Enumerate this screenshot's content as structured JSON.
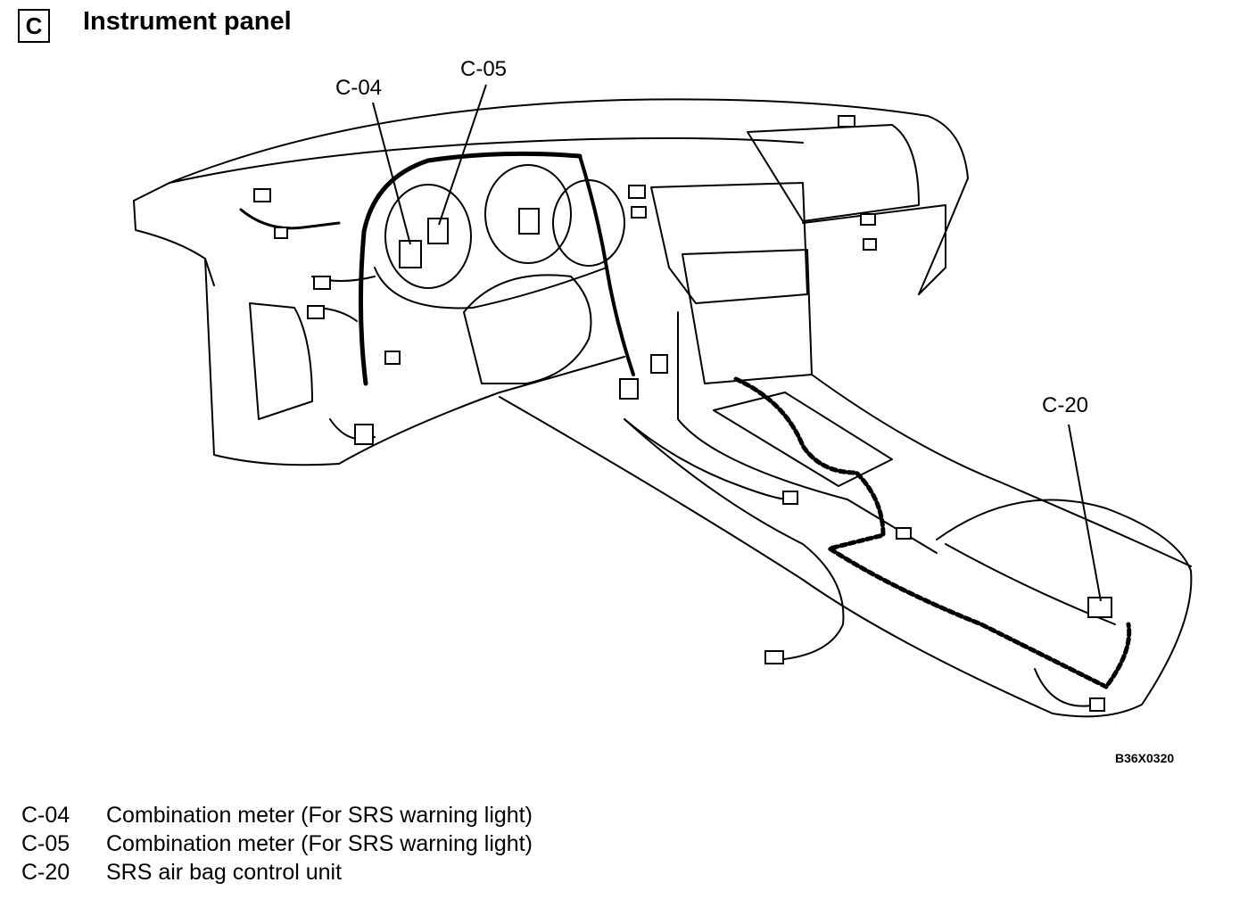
{
  "section": {
    "letter": "C",
    "title": "Instrument panel"
  },
  "callouts": [
    {
      "code": "C-04"
    },
    {
      "code": "C-05"
    },
    {
      "code": "C-20"
    }
  ],
  "figure_code": "B36X0320",
  "legend": [
    {
      "code": "C-04",
      "description": "Combination meter (For SRS warning light)"
    },
    {
      "code": "C-05",
      "description": "Combination meter (For SRS warning light)"
    },
    {
      "code": "C-20",
      "description": "SRS air bag control unit"
    }
  ]
}
